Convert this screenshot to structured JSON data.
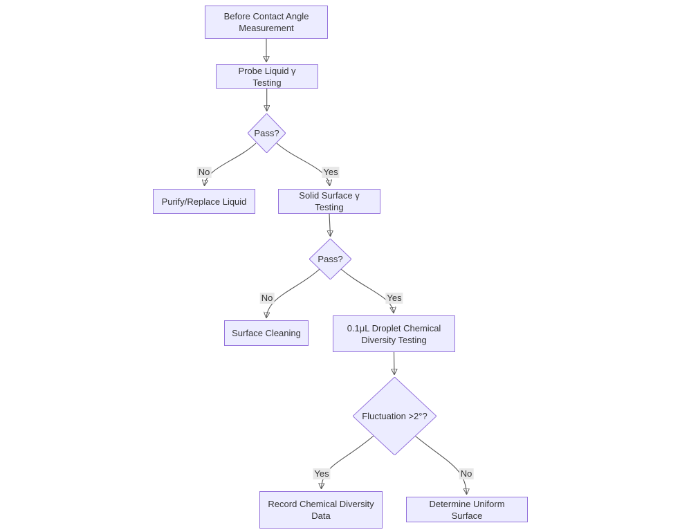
{
  "diagram": {
    "type": "flowchart",
    "background": "#ffffff",
    "colors": {
      "node_fill": "#ECECFF",
      "node_border": "#9370DB",
      "text": "#333333",
      "edge": "#555555",
      "edge_label_bg": "#e8e8e8"
    },
    "nodes": [
      {
        "id": "start",
        "shape": "rect",
        "label": "Before Contact Angle Measurement"
      },
      {
        "id": "probe",
        "shape": "rect",
        "label": "Probe Liquid γ Testing"
      },
      {
        "id": "pass1",
        "shape": "diamond",
        "label": "Pass?"
      },
      {
        "id": "purify",
        "shape": "rect",
        "label": "Purify/Replace Liquid"
      },
      {
        "id": "solid",
        "shape": "rect",
        "label": "Solid Surface γ Testing"
      },
      {
        "id": "pass2",
        "shape": "diamond",
        "label": "Pass?"
      },
      {
        "id": "clean",
        "shape": "rect",
        "label": "Surface Cleaning"
      },
      {
        "id": "droplet",
        "shape": "rect",
        "label": "0.1μL Droplet Chemical Diversity Testing"
      },
      {
        "id": "fluct",
        "shape": "diamond",
        "label": "Fluctuation >2°?"
      },
      {
        "id": "record",
        "shape": "rect",
        "label": "Record Chemical Diversity Data"
      },
      {
        "id": "uniform",
        "shape": "rect",
        "label": "Determine Uniform Surface"
      }
    ],
    "edges": [
      {
        "from": "start",
        "to": "probe",
        "label": ""
      },
      {
        "from": "probe",
        "to": "pass1",
        "label": ""
      },
      {
        "from": "pass1",
        "to": "purify",
        "label": "No"
      },
      {
        "from": "pass1",
        "to": "solid",
        "label": "Yes"
      },
      {
        "from": "solid",
        "to": "pass2",
        "label": ""
      },
      {
        "from": "pass2",
        "to": "clean",
        "label": "No"
      },
      {
        "from": "pass2",
        "to": "droplet",
        "label": "Yes"
      },
      {
        "from": "droplet",
        "to": "fluct",
        "label": ""
      },
      {
        "from": "fluct",
        "to": "record",
        "label": "Yes"
      },
      {
        "from": "fluct",
        "to": "uniform",
        "label": "No"
      }
    ]
  }
}
